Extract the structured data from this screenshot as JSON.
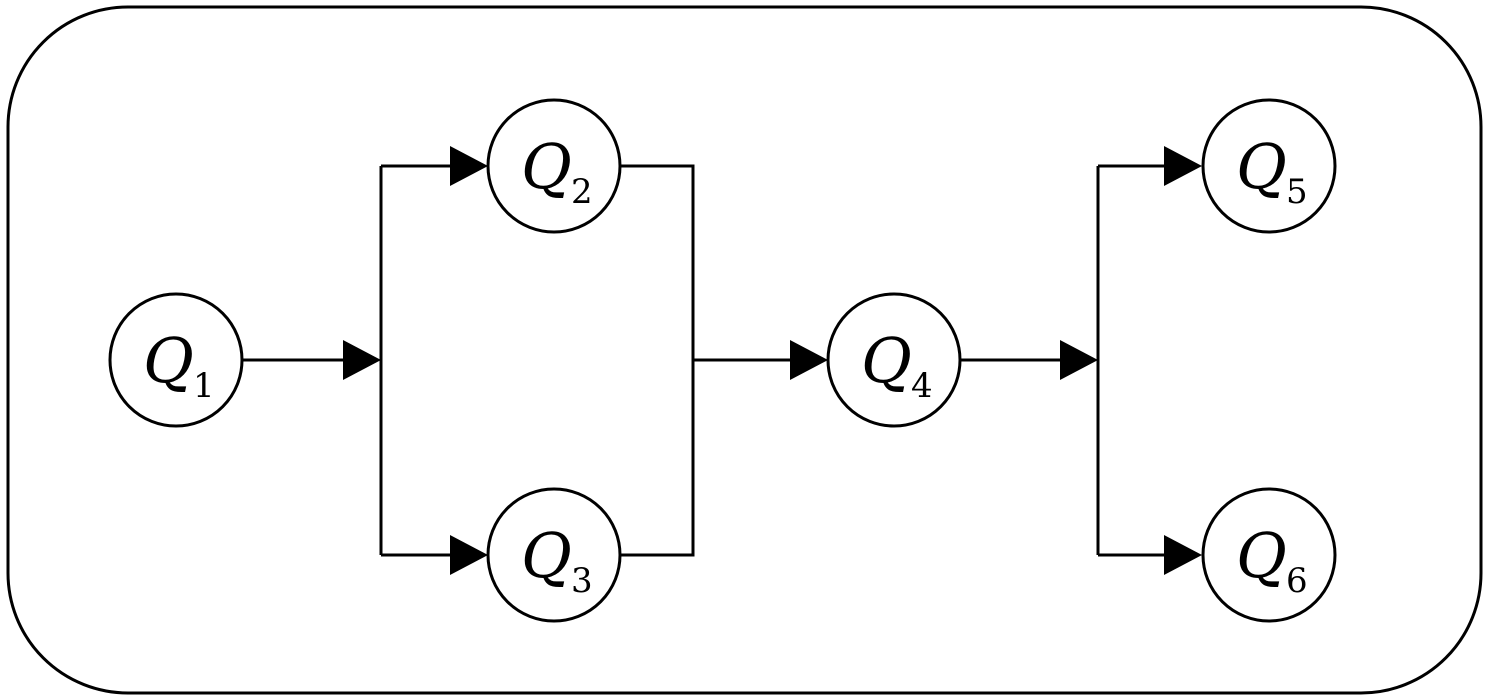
{
  "diagram": {
    "nodes": [
      {
        "id": "q1",
        "variable": "Q",
        "subscript": "1"
      },
      {
        "id": "q2",
        "variable": "Q",
        "subscript": "2"
      },
      {
        "id": "q3",
        "variable": "Q",
        "subscript": "3"
      },
      {
        "id": "q4",
        "variable": "Q",
        "subscript": "4"
      },
      {
        "id": "q5",
        "variable": "Q",
        "subscript": "5"
      },
      {
        "id": "q6",
        "variable": "Q",
        "subscript": "6"
      }
    ],
    "edges": [
      {
        "from": "q1",
        "to": "q2"
      },
      {
        "from": "q1",
        "to": "q3"
      },
      {
        "from": "q2",
        "to": "q4"
      },
      {
        "from": "q3",
        "to": "q4"
      },
      {
        "from": "q4",
        "to": "q5"
      },
      {
        "from": "q4",
        "to": "q6"
      }
    ],
    "colors": {
      "stroke": "#000000",
      "background": "#ffffff"
    }
  }
}
